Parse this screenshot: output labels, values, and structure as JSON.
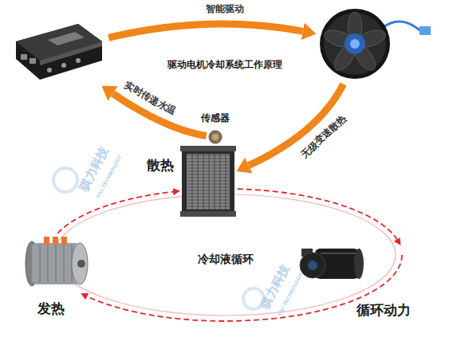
{
  "diagram": {
    "title": "驱动电机冷却系统工作原理",
    "nodes": [
      {
        "text": []
      },
      {
        "text": []
      },
      {
        "text": [
          "传感器"
        ]
      },
      {
        "text": [
          "散热"
        ]
      },
      {
        "text": [
          "发热"
        ]
      },
      {
        "text": [
          "循环动力"
        ]
      }
    ],
    "edges": [
      {
        "from": 0,
        "to": 1,
        "arrow": "to",
        "label": "智能驱动"
      },
      {
        "from": 1,
        "to": 3,
        "arrow": "to",
        "label": "无级变速散热"
      },
      {
        "from": 2,
        "to": 0,
        "arrow": "to",
        "label": "实时传递水温"
      },
      {
        "from": 3,
        "to": 5,
        "arrow": "to"
      },
      {
        "from": 5,
        "to": 4,
        "arrow": "to"
      },
      {
        "from": 4,
        "to": 3,
        "arrow": "to"
      }
    ],
    "labels": [
      "冷却液循环",
      "骐力科技",
      "YILI TECHNOLOGY",
      "骐力科技",
      "YILI TECHNOLOGY"
    ]
  }
}
